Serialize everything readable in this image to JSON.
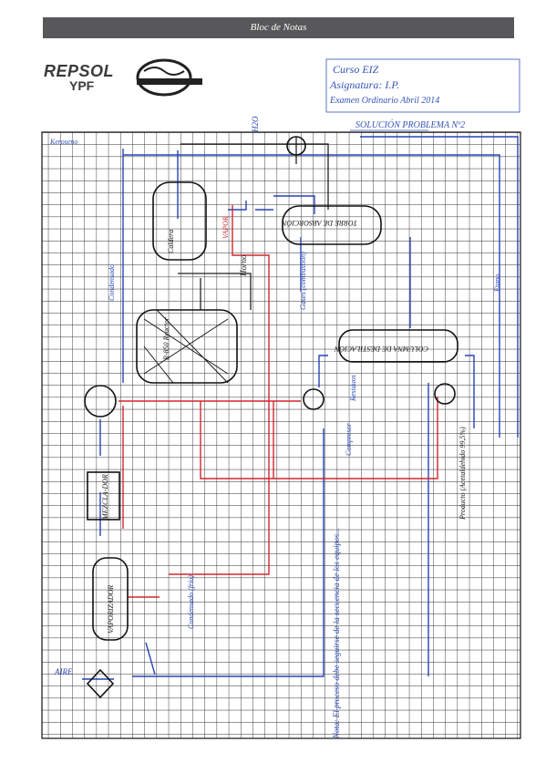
{
  "header": {
    "title": "Bloc de Notas"
  },
  "logo": {
    "top": "REPSOL",
    "bottom": "YPF"
  },
  "handwriting": {
    "course_line": "Curso EIZ",
    "subject_line": "Asignatura: I.P.",
    "exam_line": "Examen Ordinario Abril 2014",
    "solution_title": "SOLUCIÓN PROBLEMA Nº2",
    "corner_label": "Keroseno",
    "labels": {
      "caldera": "Caldera",
      "vapor": "VAPOR",
      "agua": "H2O",
      "gases": "Gases (combustión)",
      "torre_absorcion": "TORRE DE ABSORCIÓN",
      "columna": "COLUMNA DE DESTILACIÓN",
      "reactor": "R-850 Reactor",
      "horno": "Horno",
      "mezcla": "MEZCLA-DOR",
      "vaporizador": "VAPORIZADOR",
      "aire": "AIRE",
      "etano": "Etano",
      "compresor": "Compresor",
      "condensado": "Condensado",
      "condensado_frio": "Condensado (frío)",
      "residuos": "Residuos",
      "producto": "Producto (Acetaldehído 99,5%)",
      "nota": "Nota: El proceso debe seguirse de la secuencia de los equipos..."
    }
  }
}
